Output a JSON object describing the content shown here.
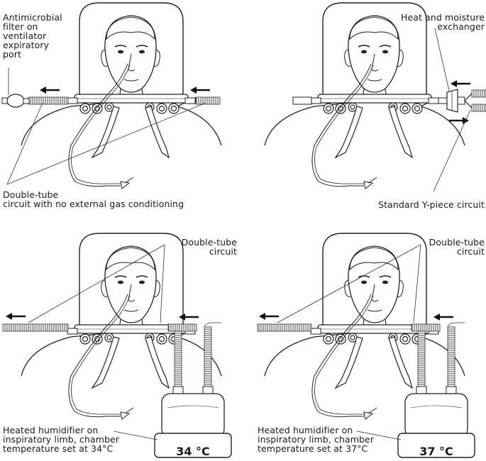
{
  "panels": [
    {
      "labels": {
        "filter": "Antimicrobial\nfilter on\nventilator\nexpiratory\nport",
        "circuit": "Double-tube\ncircuit with no external gas conditioning"
      }
    },
    {
      "labels": {
        "hme": "Heat and moisture\nexchanger",
        "circuit": "Standard Y-piece circuit"
      }
    },
    {
      "labels": {
        "circuit": "Double-tube\ncircuit",
        "humidifier": "Heated humidifier on\ninspiratory limb, chamber\ntemperature set at 34°C",
        "temperature": "34 °C"
      }
    },
    {
      "labels": {
        "circuit": "Double-tube\ncircuit",
        "humidifier": "Heated humidifier on\ninspiratory limb, chamber\ntemperature set at 37°C",
        "temperature": "37 °C"
      }
    }
  ]
}
